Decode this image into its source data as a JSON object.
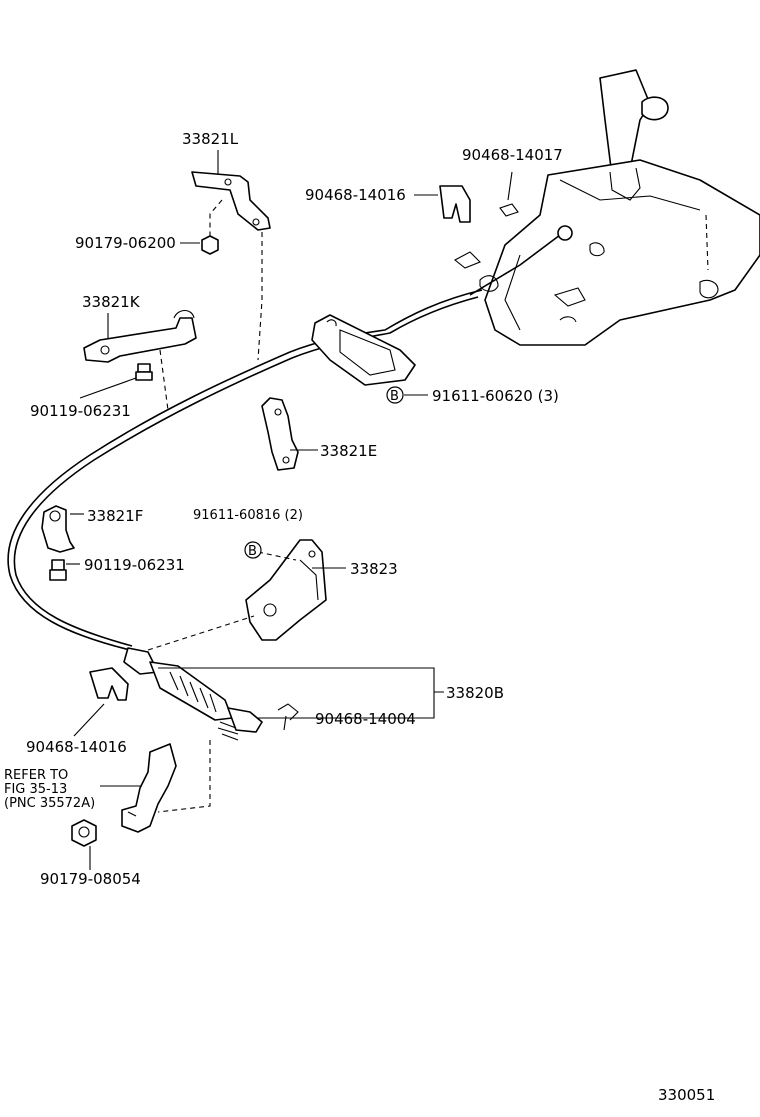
{
  "callouts": {
    "p33821L": "33821L",
    "p90468_14017": "90468-14017",
    "p90468_14016_top": "90468-14016",
    "p90179_06200": "90179-06200",
    "p33821K": "33821K",
    "p90119_06231_top": "90119-06231",
    "p91611_60620": "91611-60620 (3)",
    "p33821E": "33821E",
    "p33821F": "33821F",
    "p91611_60816": "91611-60816 (2)",
    "p90119_06231_mid": "90119-06231",
    "p33823": "33823",
    "p33820B": "33820B",
    "p90468_14004": "90468-14004",
    "p90468_14016_bot": "90468-14016",
    "refer_line1": "REFER TO",
    "refer_line2": "FIG 35-13",
    "refer_line3": "(PNC 35572A)",
    "p90179_08054": "90179-08054",
    "bolt_marker": "B"
  },
  "figure_number": "330051"
}
